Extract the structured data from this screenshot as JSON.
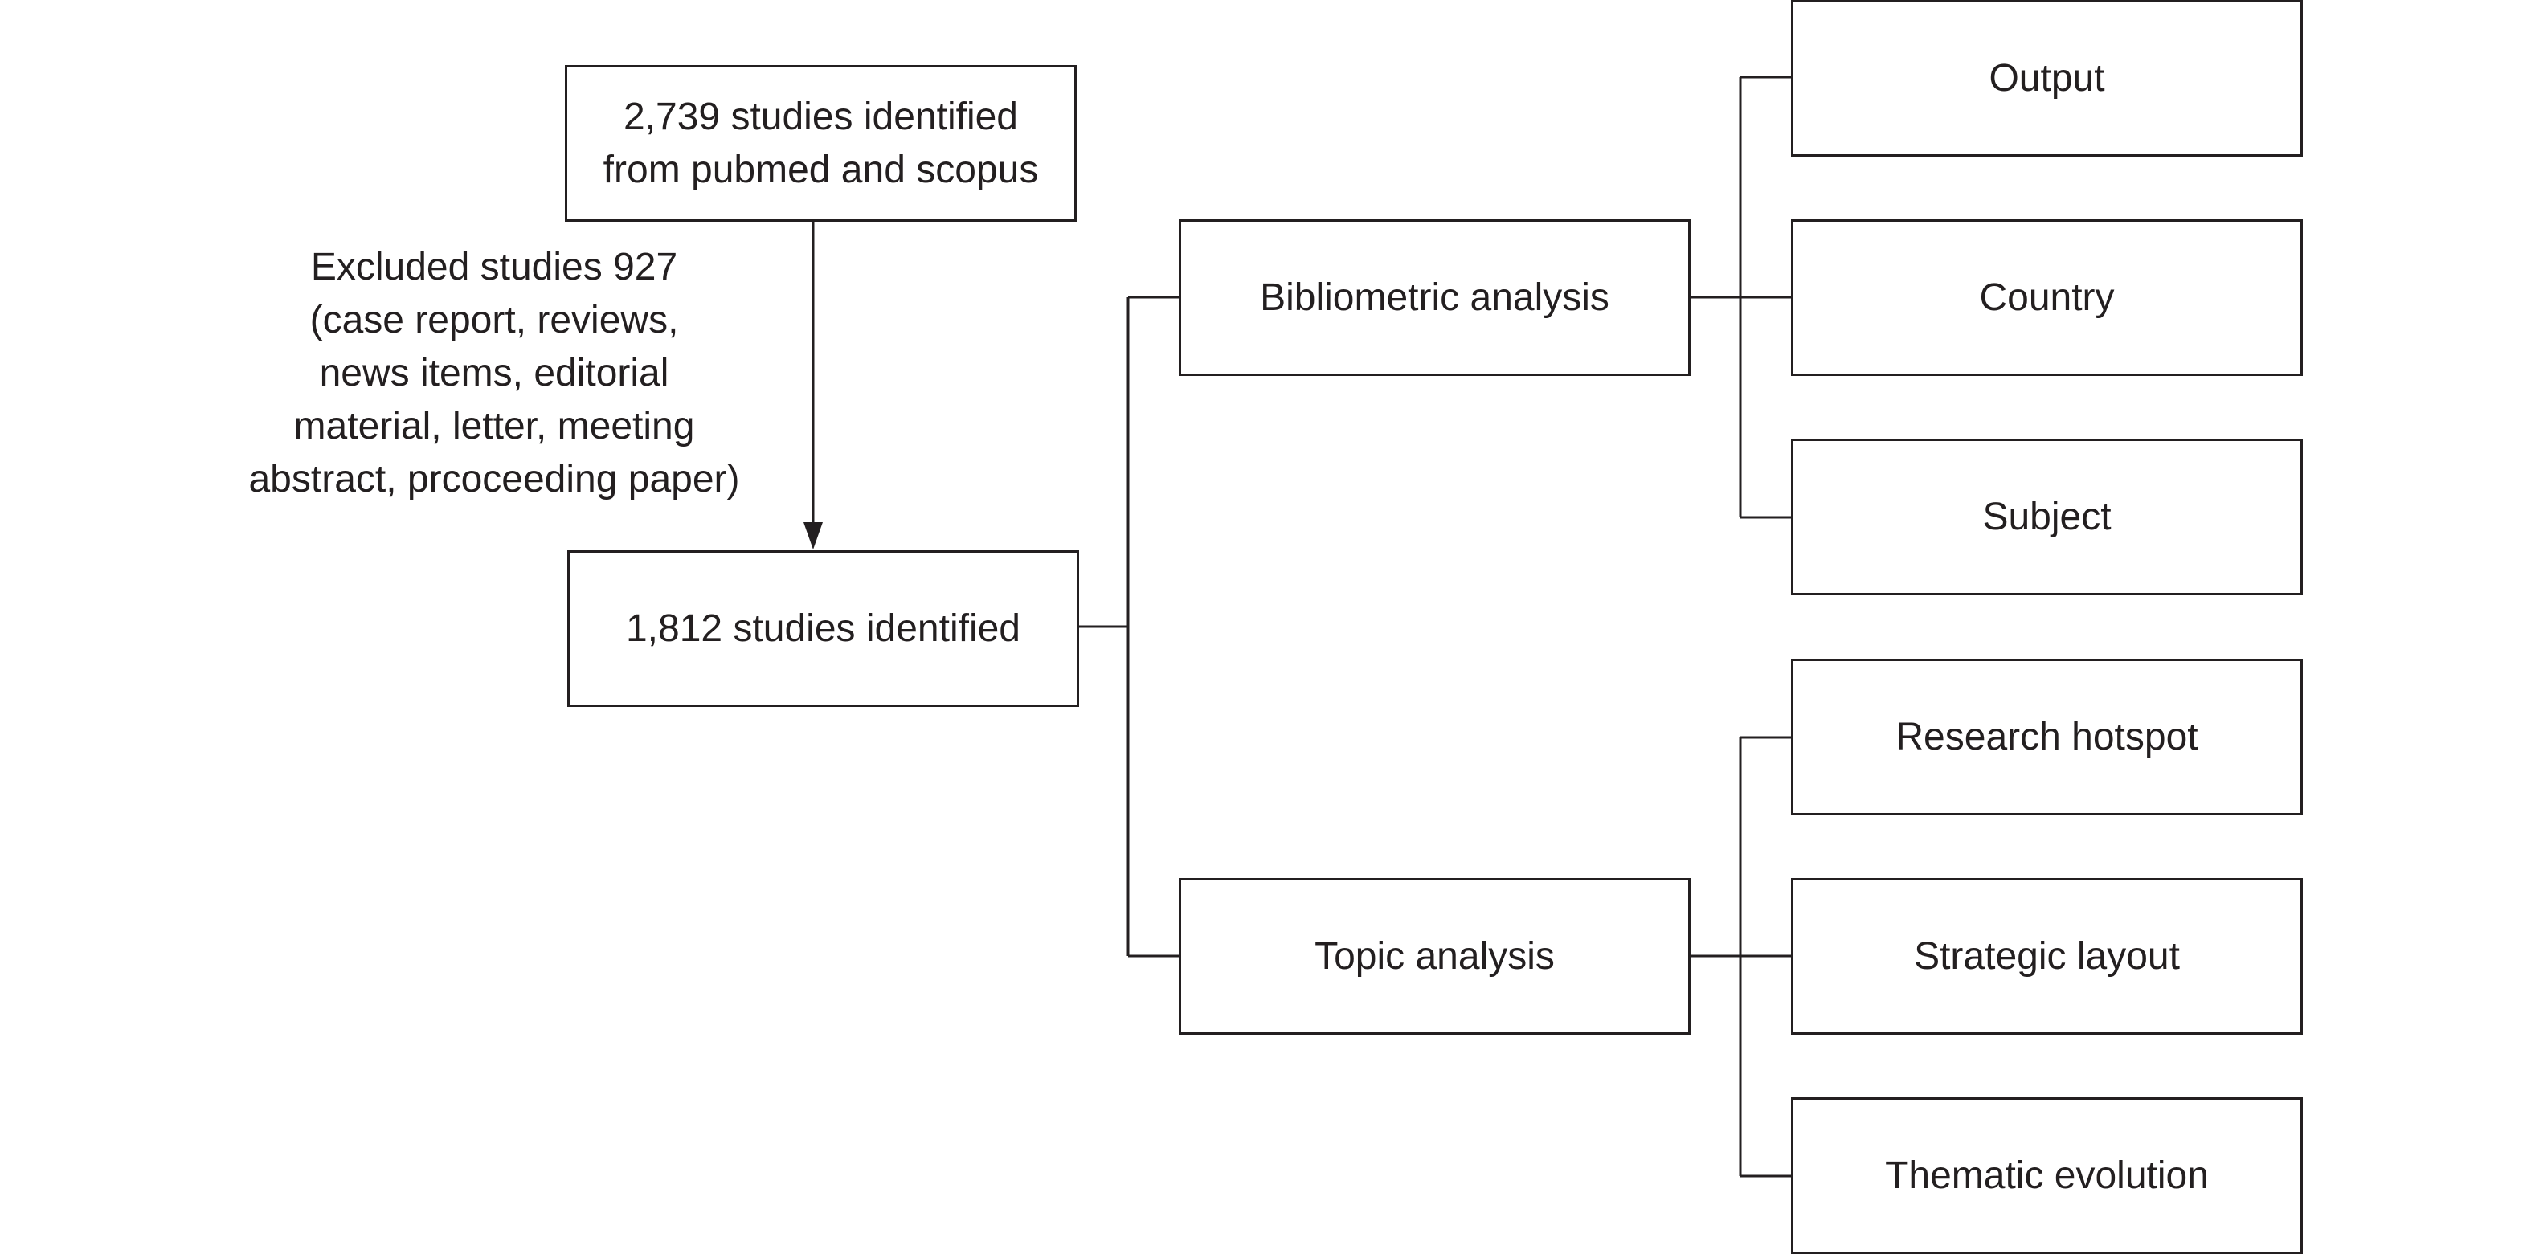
{
  "nodes": {
    "identified_all": "2,739 studies identified\nfrom pubmed and scopus",
    "identified_final": "1,812 studies identified",
    "bibliometric": "Bibliometric analysis",
    "topic": "Topic analysis",
    "output": "Output",
    "country": "Country",
    "subject": "Subject",
    "hotspot": "Research hotspot",
    "strategic": "Strategic layout",
    "thematic": "Thematic evolution"
  },
  "excluded_note": "Excluded studies 927\n(case report, reviews,\nnews items, editorial\nmaterial, letter, meeting\nabstract, prcoceeding paper)"
}
